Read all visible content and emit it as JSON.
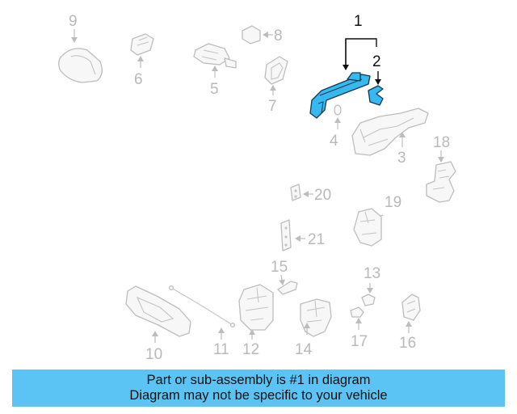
{
  "callouts": {
    "c1": "1",
    "c2": "2",
    "c3": "3",
    "c4": "4",
    "c5": "5",
    "c6": "6",
    "c7": "7",
    "c8": "8",
    "c9": "9",
    "c10": "10",
    "c11": "11",
    "c12": "12",
    "c13": "13",
    "c14": "14",
    "c15": "15",
    "c16": "16",
    "c17": "17",
    "c18": "18",
    "c19": "19",
    "c20": "20",
    "c21": "21"
  },
  "banner": {
    "line1": "Part or sub-assembly is #1 in diagram",
    "line2": "Diagram may not be specific to your vehicle"
  },
  "colors": {
    "highlight": "#37b8ee",
    "banner": "#5bc4f5",
    "ghost_parts": "#bdbdbd"
  }
}
